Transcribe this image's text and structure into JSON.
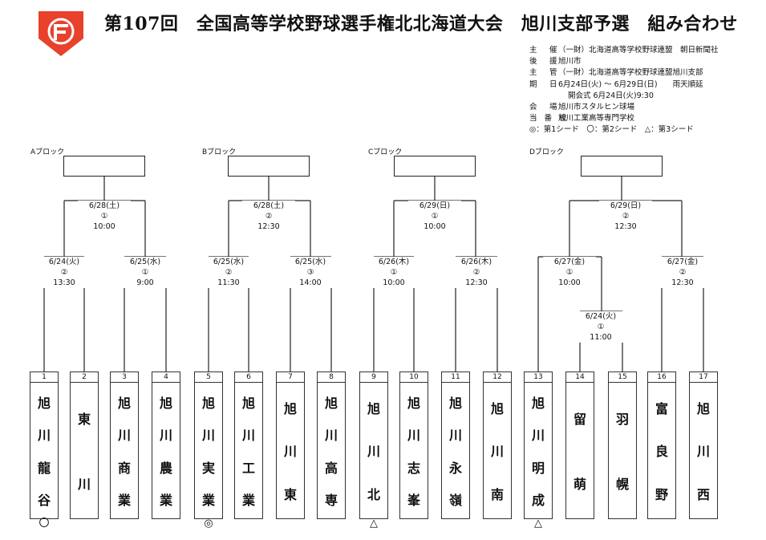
{
  "header": {
    "title": "第107回　全国高等学校野球選手権北北海道大会　旭川支部予選　組み合わせ",
    "logo_icon": "red-pentagon-f-logo",
    "brand_color": "#e8412c"
  },
  "info": [
    {
      "label": "主　催",
      "value": "（一財）北海道高等学校野球連盟　朝日新聞社"
    },
    {
      "label": "後　援",
      "value": "旭川市"
    },
    {
      "label": "主　管",
      "value": "（一財）北海道高等学校野球連盟旭川支部"
    },
    {
      "label": "期　日",
      "value": "6月24日(火) ～ 6月29日(日)　　雨天順延"
    },
    {
      "label": "",
      "value": "開会式  6月24日(火)9:30"
    },
    {
      "label": "会　場",
      "value": "旭川市スタルヒン球場"
    },
    {
      "label": "当 番 校",
      "value": "旭川工業高等専門学校"
    },
    {
      "label": "",
      "value": "◎：第1シード　〇：第2シード　△：第3シード"
    }
  ],
  "blocks": [
    {
      "label": "Aブロック"
    },
    {
      "label": "Bブロック"
    },
    {
      "label": "Cブロック"
    },
    {
      "label": "Dブロック"
    }
  ],
  "matches": [
    {
      "date": "6/24(火)",
      "game": "②",
      "time": "13:30"
    },
    {
      "date": "6/25(水)",
      "game": "①",
      "time": "9:00"
    },
    {
      "date": "6/28(土)",
      "game": "①",
      "time": "10:00"
    },
    {
      "date": "6/25(水)",
      "game": "②",
      "time": "11:30"
    },
    {
      "date": "6/25(水)",
      "game": "③",
      "time": "14:00"
    },
    {
      "date": "6/28(土)",
      "game": "②",
      "time": "12:30"
    },
    {
      "date": "6/26(木)",
      "game": "①",
      "time": "10:00"
    },
    {
      "date": "6/26(木)",
      "game": "②",
      "time": "12:30"
    },
    {
      "date": "6/29(日)",
      "game": "①",
      "time": "10:00"
    },
    {
      "date": "6/24(火)",
      "game": "①",
      "time": "11:00"
    },
    {
      "date": "6/27(金)",
      "game": "①",
      "time": "10:00"
    },
    {
      "date": "6/27(金)",
      "game": "②",
      "time": "12:30"
    },
    {
      "date": "6/29(日)",
      "game": "②",
      "time": "12:30"
    }
  ],
  "teams": [
    {
      "num": "1",
      "name": "旭川龍谷",
      "mark": "〇"
    },
    {
      "num": "2",
      "name": "東川",
      "mark": ""
    },
    {
      "num": "3",
      "name": "旭川商業",
      "mark": ""
    },
    {
      "num": "4",
      "name": "旭川農業",
      "mark": ""
    },
    {
      "num": "5",
      "name": "旭川実業",
      "mark": "◎"
    },
    {
      "num": "6",
      "name": "旭川工業",
      "mark": ""
    },
    {
      "num": "7",
      "name": "旭川東",
      "mark": ""
    },
    {
      "num": "8",
      "name": "旭川高専",
      "mark": ""
    },
    {
      "num": "9",
      "name": "旭川北",
      "mark": "△"
    },
    {
      "num": "10",
      "name": "旭川志峯",
      "mark": ""
    },
    {
      "num": "11",
      "name": "旭川永嶺",
      "mark": ""
    },
    {
      "num": "12",
      "name": "旭川南",
      "mark": ""
    },
    {
      "num": "13",
      "name": "旭川明成",
      "mark": "△"
    },
    {
      "num": "14",
      "name": "留萌",
      "mark": ""
    },
    {
      "num": "15",
      "name": "羽幌",
      "mark": ""
    },
    {
      "num": "16",
      "name": "富良野",
      "mark": ""
    },
    {
      "num": "17",
      "name": "旭川西",
      "mark": ""
    }
  ]
}
